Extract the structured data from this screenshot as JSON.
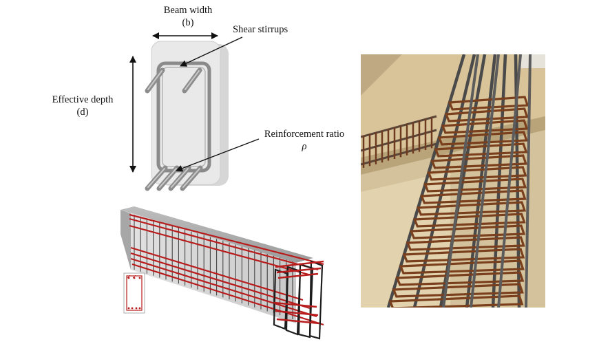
{
  "labels": {
    "beam_width": "Beam width",
    "beam_width_symbol": "(b)",
    "shear_stirrups": "Shear stirrups",
    "effective_depth": "Effective depth",
    "effective_depth_symbol": "(d)",
    "reinforcement_ratio": "Reinforcement ratio",
    "reinforcement_ratio_symbol": "ρ"
  },
  "colors": {
    "concrete_light": "#dcdcdc",
    "concrete_mid": "#b8b8b8",
    "stirrup_gray": "#8a8a8a",
    "rebar_red": "#b81c1c",
    "rust": "#6e3a1f",
    "formwork": "#d9c49a"
  }
}
